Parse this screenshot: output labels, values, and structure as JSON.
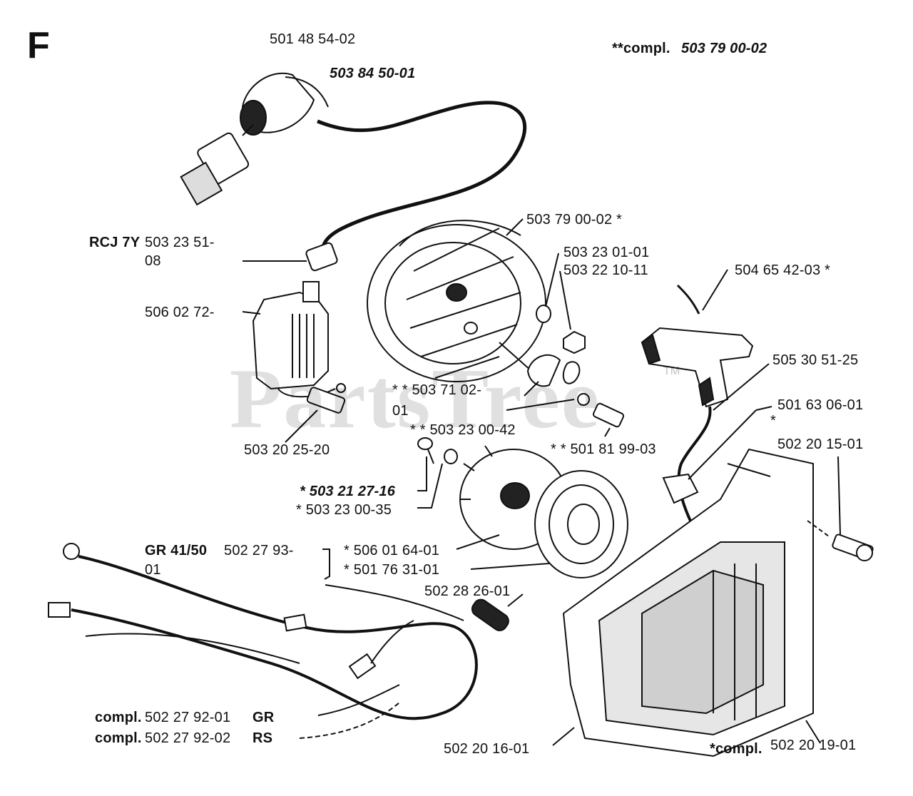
{
  "section_letter": "F",
  "watermark": "PartsTree",
  "watermark_mark": "TM",
  "labels": {
    "kit_top_prefix": "**compl.",
    "kit_top_number": "503 79 00-02",
    "boot_cap": "501 48 54-02",
    "ignition_lead": "503 84 50-01",
    "spark_plug_type": "RCJ 7Y",
    "spark_plug_number_1": "503 23 51-",
    "spark_plug_number_2": "08",
    "ignition_module": "506 02 72-",
    "flywheel": "503 79 00-02 *",
    "washer_a": "503 23 01-01",
    "nut_a": "503 22 10-11",
    "handle": "504 65 42-03 *",
    "rope": "505 30 51-25",
    "grommet": "501 63 06-01",
    "cover_screw": "502 20 15-01",
    "pawl_1": "* * 503 71 02-",
    "pawl_2": "01",
    "washer_b": "* * 503 23 00-42",
    "screw_module": "503 20 25-20",
    "screw_pawl": "* * 501 81 99-03",
    "screw_pulley": "* 503 21 27-16",
    "washer_c": "* 503 23 00-35",
    "pulley": "* 506 01 64-01",
    "spring": "* 501 76 31-01",
    "wire_type": "GR 41/50",
    "wire_number_1": "502 27 93-",
    "wire_number_2": "01",
    "sleeve": "502 28 26-01",
    "harness_gr_prefix": "compl.",
    "harness_gr_number": "502 27 92-01",
    "harness_gr_suffix": "GR",
    "harness_rs_prefix": "compl.",
    "harness_rs_number": "502 27 92-02",
    "harness_rs_suffix": "RS",
    "cover_plate": "502 20 16-01",
    "kit_bottom_prefix": "*compl.",
    "kit_bottom_number": "502 20 19-01",
    "asterisk": "*"
  }
}
